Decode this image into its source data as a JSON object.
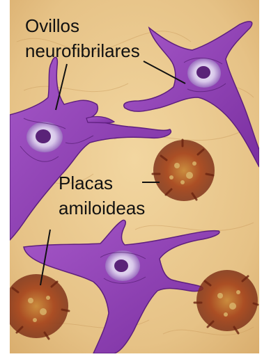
{
  "labels": {
    "tangles_line1": "Ovillos",
    "tangles_line2": "neurofibrilares",
    "plaques_line1": "Placas",
    "plaques_line2": "amiloideas"
  },
  "colors": {
    "background": "#e9c88f",
    "neuron": "#8f3fb4",
    "neuron_dark": "#5e1f7e",
    "nucleus": "#d9c9ea",
    "plaque": "#9b3a1e",
    "plaque_light": "#c9a25a"
  }
}
